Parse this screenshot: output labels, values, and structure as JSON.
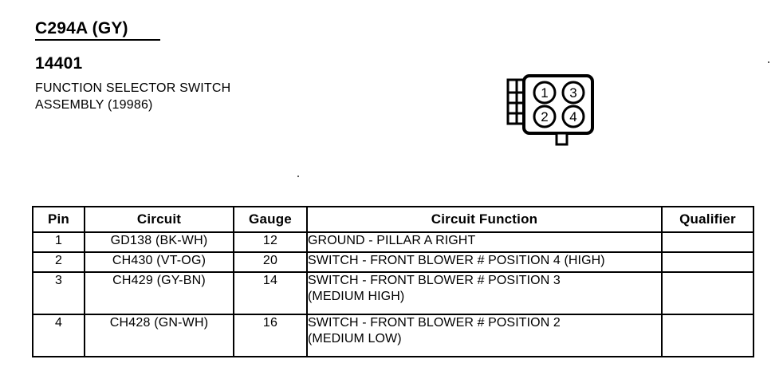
{
  "header": {
    "connector_id": "C294A (GY)",
    "part_number": "14401",
    "part_name_line1": "FUNCTION SELECTOR SWITCH",
    "part_name_line2": "ASSEMBLY (19986)"
  },
  "connector": {
    "pins": [
      {
        "number": "1",
        "position": "top-left"
      },
      {
        "number": "3",
        "position": "top-right"
      },
      {
        "number": "2",
        "position": "bottom-left"
      },
      {
        "number": "4",
        "position": "bottom-right"
      }
    ]
  },
  "table": {
    "columns": [
      "Pin",
      "Circuit",
      "Gauge",
      "Circuit Function",
      "Qualifier"
    ],
    "rows": [
      {
        "pin": "1",
        "circuit": "GD138 (BK-WH)",
        "gauge": "12",
        "function": "GROUND - PILLAR A RIGHT",
        "qualifier": ""
      },
      {
        "pin": "2",
        "circuit": "CH430 (VT-OG)",
        "gauge": "20",
        "function": "SWITCH - FRONT BLOWER # POSITION 4 (HIGH)",
        "qualifier": ""
      },
      {
        "pin": "3",
        "circuit": "CH429 (GY-BN)",
        "gauge": "14",
        "function": "SWITCH - FRONT BLOWER # POSITION 3\n(MEDIUM HIGH)",
        "qualifier": ""
      },
      {
        "pin": "4",
        "circuit": "CH428 (GN-WH)",
        "gauge": "16",
        "function": "SWITCH - FRONT BLOWER # POSITION 2\n(MEDIUM LOW)",
        "qualifier": ""
      }
    ]
  },
  "colors": {
    "ink": "#000000",
    "background": "#ffffff"
  }
}
